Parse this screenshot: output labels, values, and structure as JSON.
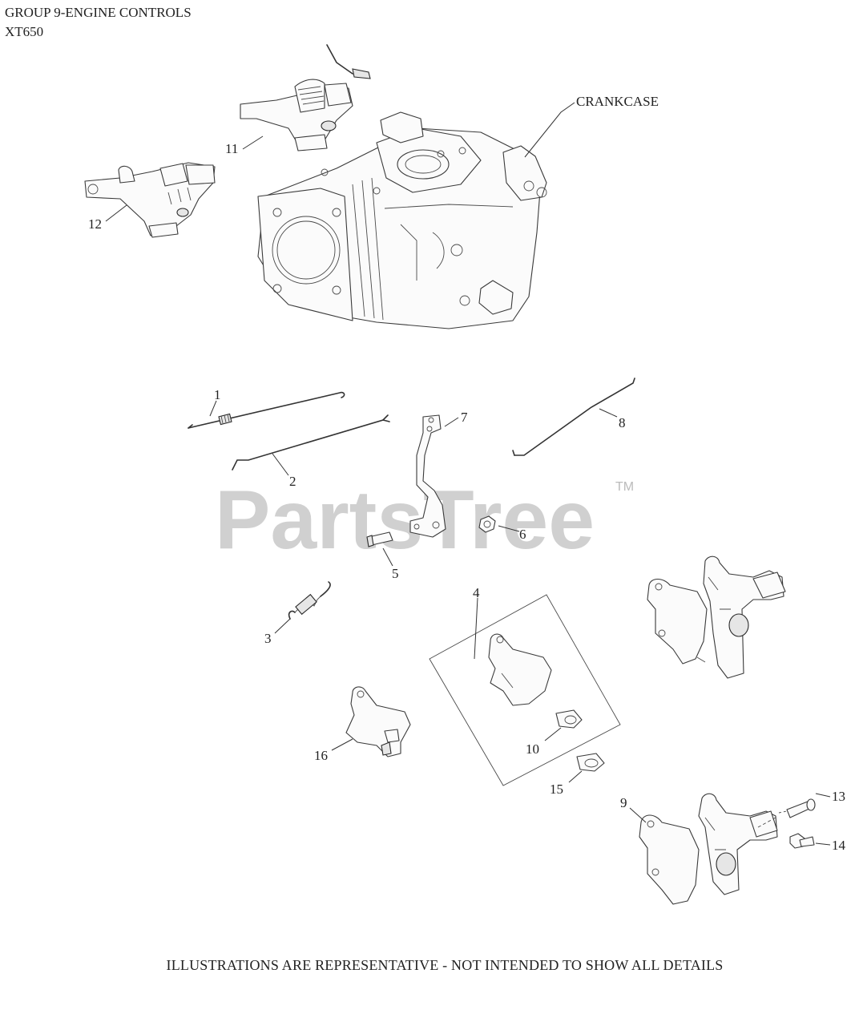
{
  "header": {
    "group_title": "GROUP 9-ENGINE CONTROLS",
    "model": "XT650"
  },
  "watermark": {
    "brand": "PartsTree",
    "trademark": "TM"
  },
  "labels": {
    "crankcase": "CRANKCASE",
    "callouts": [
      "1",
      "2",
      "3",
      "4",
      "5",
      "6",
      "7",
      "8",
      "9",
      "10",
      "11",
      "12",
      "13",
      "14",
      "15",
      "16"
    ]
  },
  "footer": {
    "disclaimer": "ILLUSTRATIONS ARE REPRESENTATIVE - NOT INTENDED TO SHOW ALL DETAILS"
  }
}
